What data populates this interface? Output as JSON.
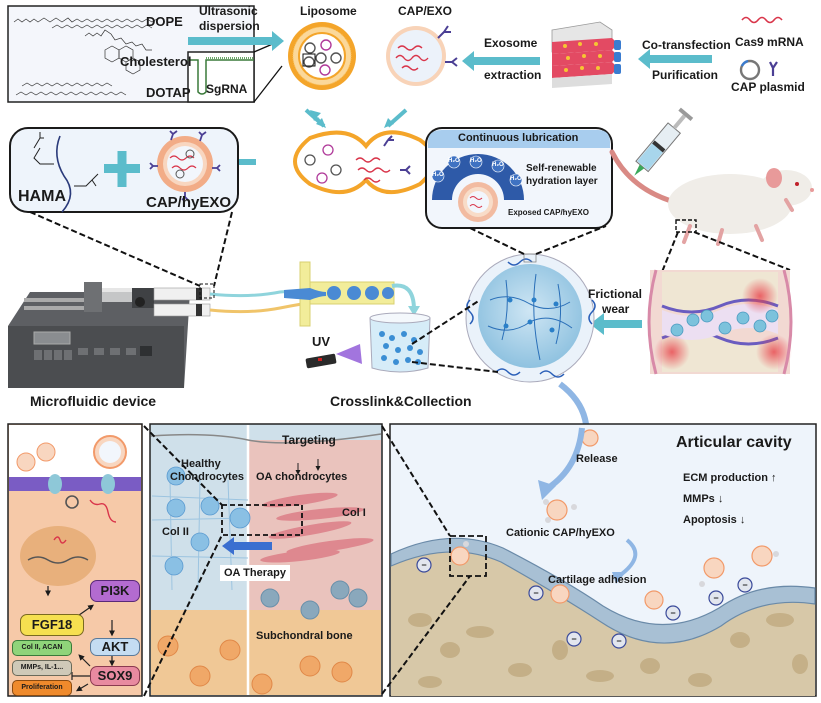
{
  "lipids": {
    "dope": "DOPE",
    "cholesterol": "Cholesterol",
    "dotap": "DOTAP"
  },
  "sgrna": "SgRNA",
  "arrows": {
    "ultrasonic_1": "Ultrasonic",
    "ultrasonic_2": "dispersion",
    "exosome_1": "Exosome",
    "exosome_2": "extraction",
    "cotransfection": "Co-transfection",
    "purification": "Purification",
    "frictional_1": "Frictional",
    "frictional_2": "wear"
  },
  "top": {
    "liposome": "Liposome",
    "cap_exo": "CAP/EXO",
    "cas9": "Cas9 mRNA",
    "cap_plasmid": "CAP plasmid"
  },
  "hydrogel_box": {
    "hama": "HAMA",
    "cap_hyexo": "CAP/hyEXO"
  },
  "lubrication": {
    "title": "Continuous lubrication",
    "layer_1": "Self-renewable",
    "layer_2": "hydration layer",
    "exposed": "Exposed CAP/hyEXO",
    "water": "H₂O"
  },
  "middle": {
    "microfluidic": "Microfluidic device",
    "uv": "UV",
    "crosslink": "Crosslink&Collection"
  },
  "pathway": {
    "fgf18": "FGF18",
    "pi3k": "PI3K",
    "akt": "AKT",
    "sox9": "SOX9",
    "col2_acan": "Col II, ACAN",
    "mmps_il": "MMPs, IL-1...",
    "proliferation": "Proliferation"
  },
  "tissue": {
    "targeting": "Targeting",
    "healthy_1": "Healthy",
    "healthy_2": "Chondrocytes",
    "oa_chondrocytes": "OA chondrocytes",
    "col1": "Col I",
    "col2": "Col II",
    "oa_therapy": "OA Therapy",
    "subchondral": "Subchondral bone"
  },
  "cavity": {
    "title": "Articular cavity",
    "release": "Release",
    "cationic": "Cationic CAP/hyEXO",
    "adhesion": "Cartilage adhesion",
    "ecm": "ECM production",
    "mmps": "MMPs",
    "apoptosis": "Apoptosis",
    "ecm_dir": "↑",
    "mmps_dir": "↓",
    "apoptosis_dir": "↓",
    "minus": "−"
  },
  "colors": {
    "teal_arrow": "#5bbccb",
    "liposome_orange": "#f4a52a",
    "exo_membrane": "#f2b48a",
    "rna_red": "#d9354a",
    "receptor_purple": "#4b3f94",
    "fgf18": "#f6e050",
    "pi3k": "#b36bd0",
    "akt": "#c4dcf2",
    "sox9": "#e88aa0",
    "col2": "#8fd47a",
    "mmps": "#cfc9b8",
    "prolif": "#ef8a2c",
    "cell_bg": "#f6c9a8"
  }
}
